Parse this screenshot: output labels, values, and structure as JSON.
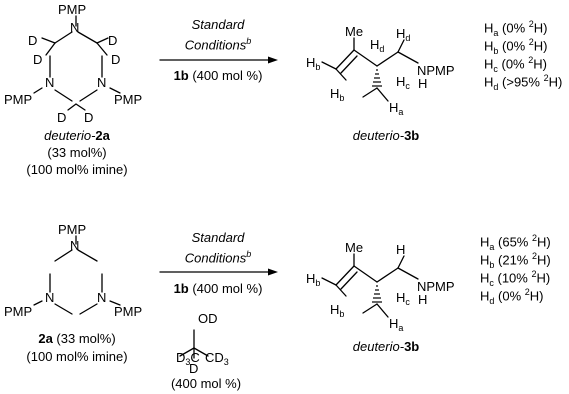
{
  "top": {
    "sm_name_italic": "deuterio-",
    "sm_name_bold": "2a",
    "sm_load": "(33 mol%)",
    "sm_imine": "(100 mol% imine)",
    "cond_line1": "Standard",
    "cond_line2": "Conditions",
    "cond_sup": "b",
    "reagent_bold": "1b",
    "reagent_rest": " (400 mol %)",
    "prod_italic": "deuterio-",
    "prod_bold": "3b",
    "results": [
      "Ha (0% 2H)",
      "Hb (0% 2H)",
      "Hc (0% 2H)",
      "Hd (>95% 2H)"
    ]
  },
  "bottom": {
    "sm_bold": "2a",
    "sm_load": " (33 mol%)",
    "sm_imine": "(100 mol% imine)",
    "cond_line1": "Standard",
    "cond_line2": "Conditions",
    "cond_sup": "b",
    "reagent_bold": "1b",
    "reagent_rest": " (400 mol %)",
    "additive_load": "(400 mol %)",
    "prod_italic": "deuterio-",
    "prod_bold": "3b",
    "results": [
      "Ha (65% 2H)",
      "Hb (21% 2H)",
      "Hc (10% 2H)",
      "Hd (0% 2H)"
    ]
  },
  "atoms": {
    "pmp": "PMP",
    "n": "N",
    "d": "D",
    "me": "Me",
    "h": "H",
    "npmp": "NPMP",
    "od": "OD",
    "d3c": "D3C",
    "cd3": "CD3"
  }
}
